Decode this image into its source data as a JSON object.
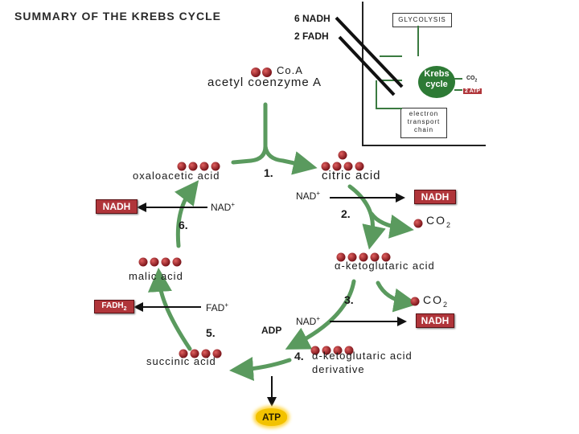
{
  "title": "SUMMARY OF THE KREBS CYCLE",
  "top_products": {
    "nadh": "6 NADH",
    "fadh": "2 FADH"
  },
  "inset": {
    "glycolysis": "GLYCOLYSIS",
    "krebs_cycle_line1": "Krebs",
    "krebs_cycle_line2": "cycle",
    "co2": "CO",
    "co2_sub": "2",
    "atp": "2 ATP",
    "etc_line1": "electron",
    "etc_line2": "transport",
    "etc_line3": "chain"
  },
  "molecules": {
    "coa": "Co.A",
    "acetyl_coa": "acetyl coenzyme A",
    "oxaloacetic": "oxaloacetic acid",
    "citric": "citric acid",
    "alpha_keto": "α-ketoglutaric acid",
    "malic": "malic acid",
    "succinic": "succinic acid",
    "alpha_keto_deriv_line1": "α-ketoglutaric acid",
    "alpha_keto_deriv_line2": "derivative"
  },
  "steps": {
    "s1": "1.",
    "s2": "2.",
    "s3": "3.",
    "s4": "4.",
    "s5": "5.",
    "s6": "6."
  },
  "cofactors": {
    "nad_plus": "NAD",
    "plus": "+",
    "nadh": "NADH",
    "co2": "CO",
    "co2_sub": "2",
    "fad_plus": "FAD",
    "fadh2": "FADH",
    "fadh2_sub": "2",
    "adp": "ADP",
    "atp": "ATP"
  },
  "colors": {
    "arrow_green": "#5a9a5e",
    "molecule_red": "#a8262c",
    "tag_red": "#b0353a",
    "atp_yellow": "#f2c200"
  }
}
